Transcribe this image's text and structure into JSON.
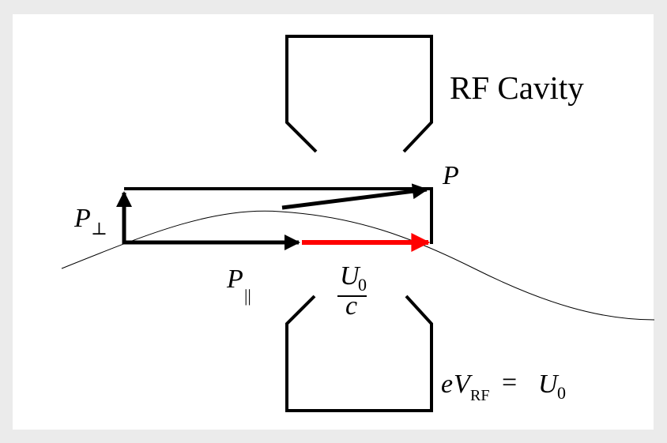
{
  "labels": {
    "rf_cavity": "RF Cavity",
    "p_total": "P",
    "p_perp_symbol": "P",
    "p_perp_sub": "⊥",
    "p_par_symbol": "P",
    "p_par_sub": "||",
    "u0_frac_num": "U",
    "u0_frac_num_sub": "0",
    "u0_frac_den": "c",
    "voltage_e": "e",
    "voltage_v": "V",
    "voltage_sub": "RF",
    "voltage_eq": "=",
    "voltage_u": "U",
    "voltage_u_sub": "0"
  },
  "colors": {
    "energy_gain_arrow": "#ff0000",
    "vectors": "#000000",
    "trajectory": "#000000",
    "background": "#ebebeb",
    "canvas": "#ffffff"
  }
}
